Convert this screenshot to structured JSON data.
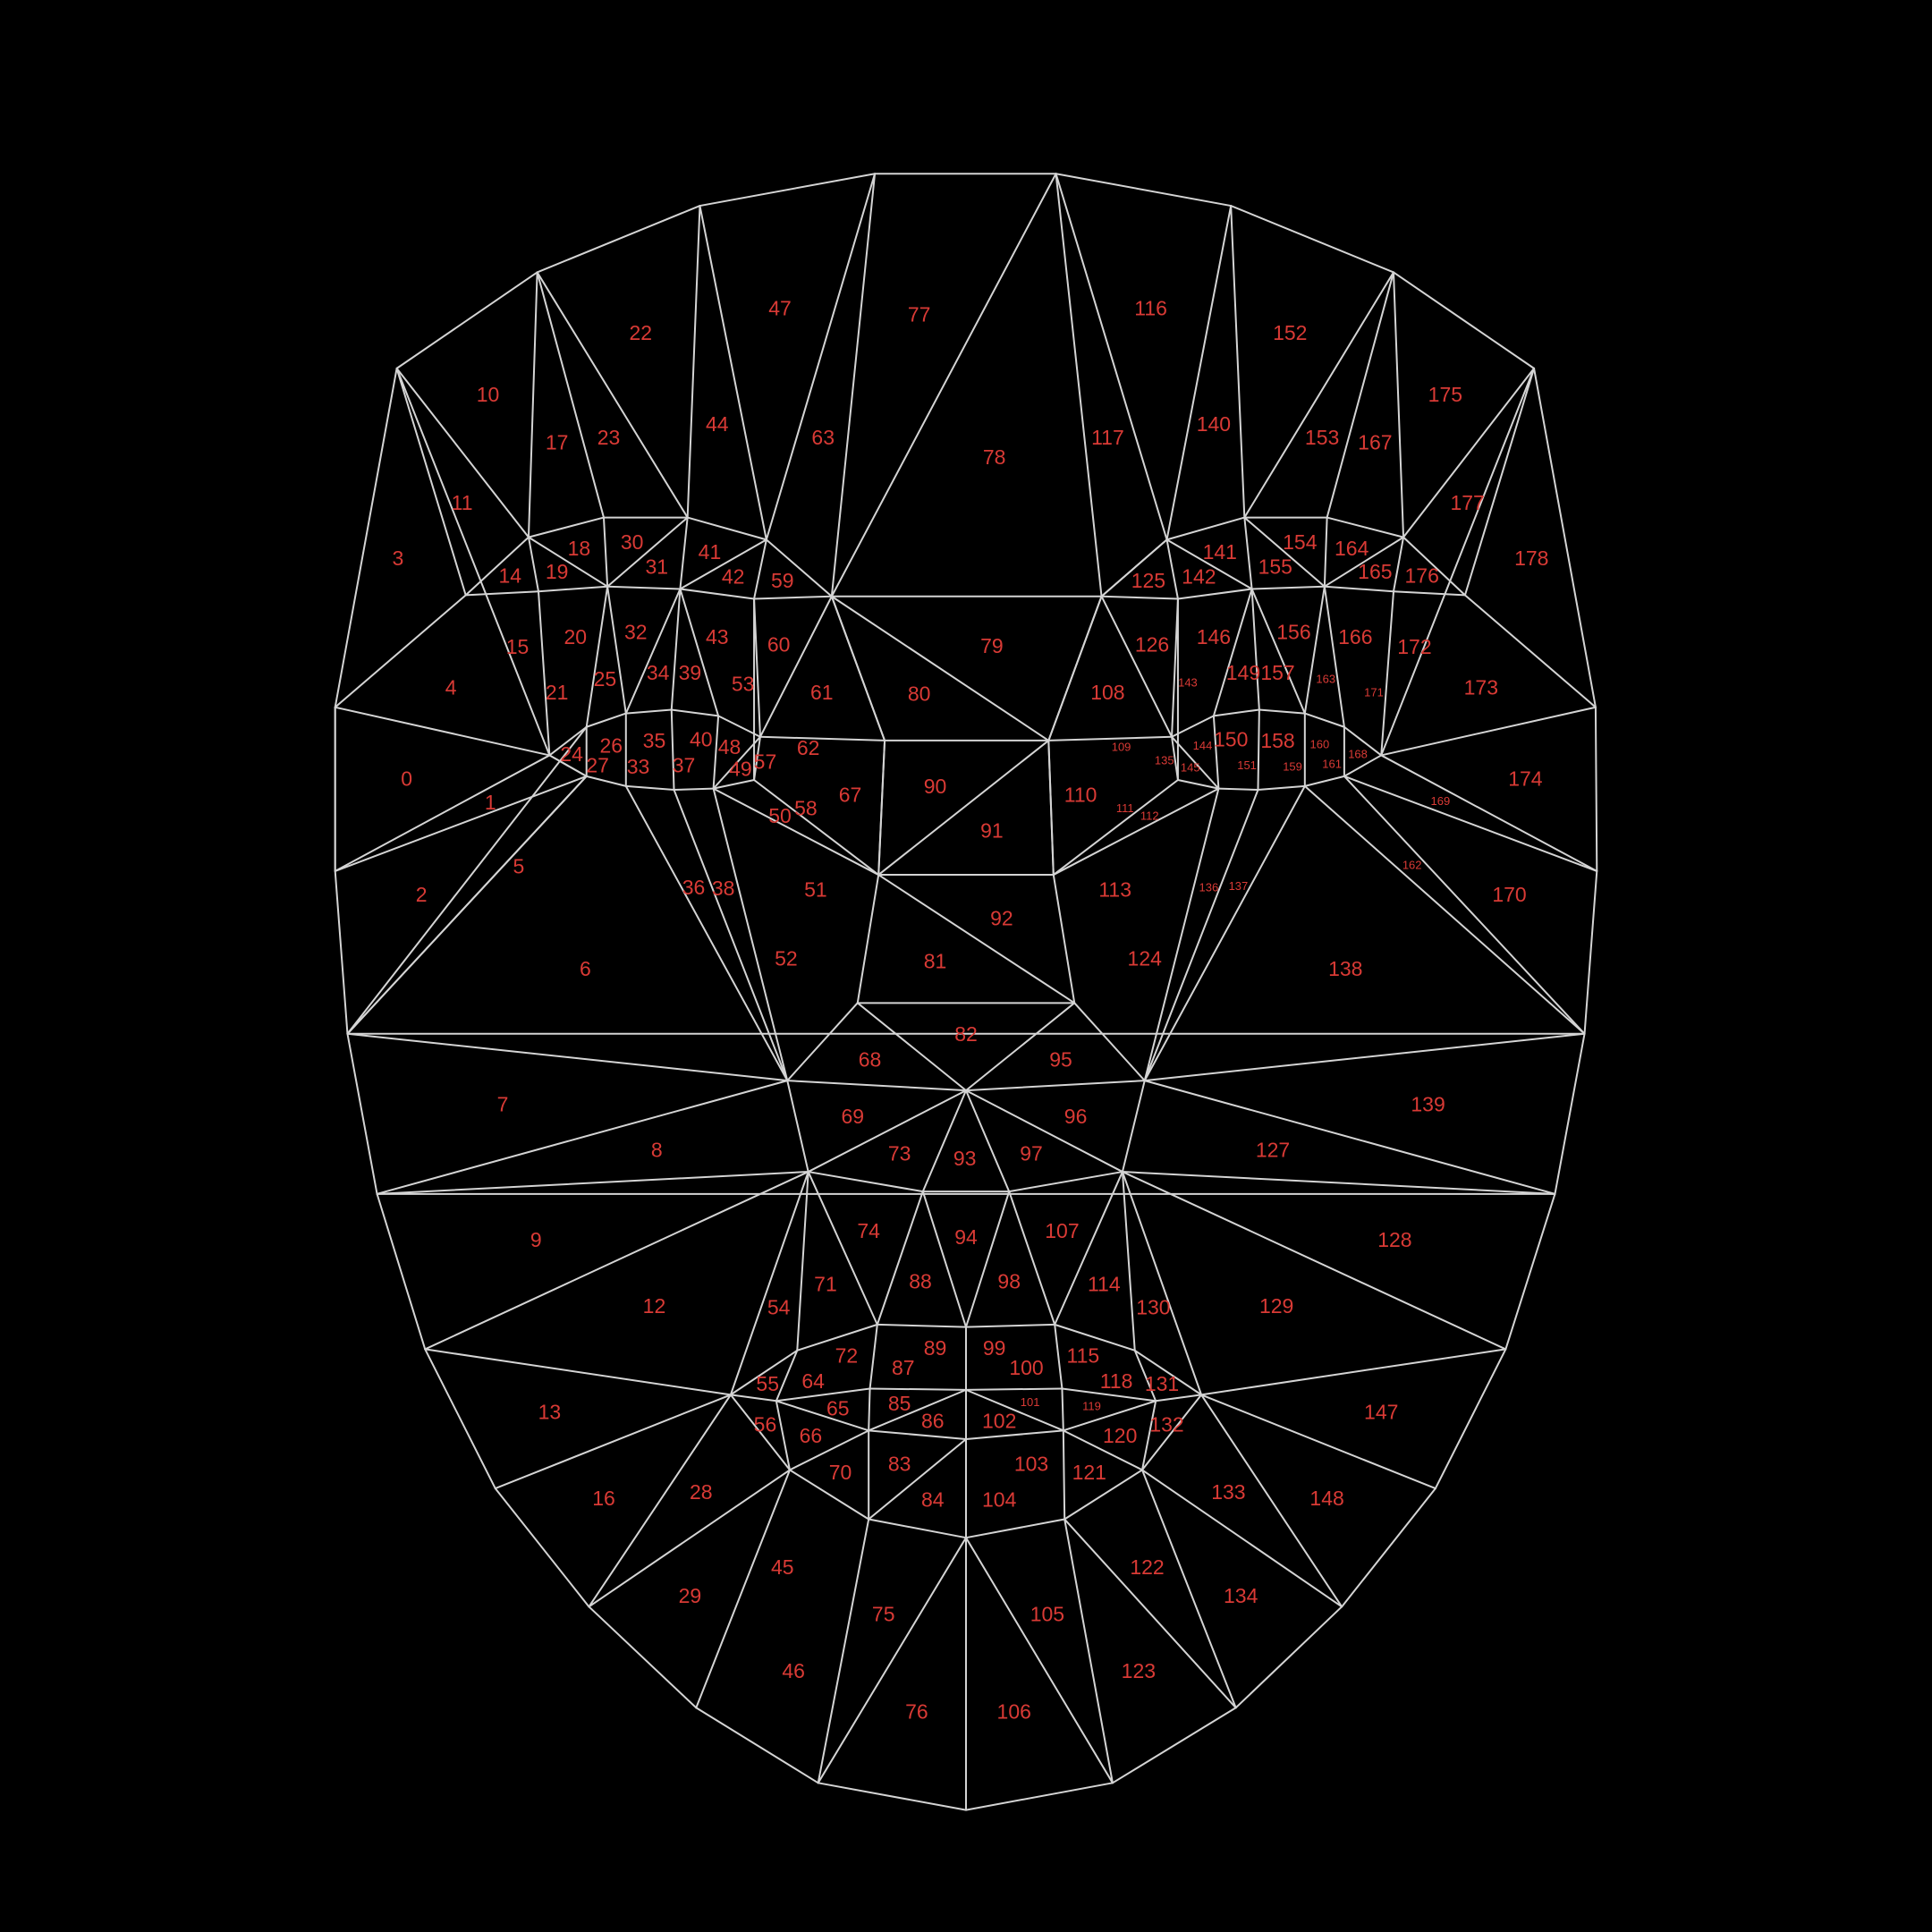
{
  "figure": {
    "name": "face-triangulation-mesh",
    "background_color": "#000000",
    "edge_color": "#d4d4d4",
    "label_color": "#d93a35",
    "triangle_count": 179,
    "labels": [
      "0",
      "1",
      "2",
      "3",
      "4",
      "5",
      "6",
      "7",
      "8",
      "9",
      "10",
      "11",
      "12",
      "13",
      "14",
      "15",
      "16",
      "17",
      "18",
      "19",
      "20",
      "21",
      "22",
      "23",
      "24",
      "25",
      "26",
      "27",
      "28",
      "29",
      "30",
      "31",
      "32",
      "33",
      "34",
      "35",
      "36",
      "37",
      "38",
      "39",
      "40",
      "41",
      "42",
      "43",
      "44",
      "45",
      "46",
      "47",
      "48",
      "49",
      "50",
      "51",
      "52",
      "53",
      "54",
      "55",
      "56",
      "57",
      "58",
      "59",
      "60",
      "61",
      "62",
      "63",
      "64",
      "65",
      "66",
      "67",
      "68",
      "69",
      "70",
      "71",
      "72",
      "73",
      "74",
      "75",
      "76",
      "77",
      "78",
      "79",
      "80",
      "81",
      "82",
      "83",
      "84",
      "85",
      "86",
      "87",
      "88",
      "89",
      "90",
      "91",
      "92",
      "93",
      "94",
      "95",
      "96",
      "97",
      "98",
      "99",
      "100",
      "101",
      "102",
      "103",
      "104",
      "105",
      "106",
      "107",
      "108",
      "109",
      "110",
      "111",
      "112",
      "113",
      "114",
      "115",
      "116",
      "117",
      "118",
      "119",
      "120",
      "121",
      "122",
      "123",
      "124",
      "125",
      "126",
      "127",
      "128",
      "129",
      "130",
      "131",
      "132",
      "133",
      "134",
      "135",
      "136",
      "137",
      "138",
      "139",
      "140",
      "141",
      "142",
      "143",
      "144",
      "145",
      "146",
      "147",
      "148",
      "149",
      "150",
      "151",
      "152",
      "153",
      "154",
      "155",
      "156",
      "157",
      "158",
      "159",
      "160",
      "161",
      "162",
      "163",
      "164",
      "165",
      "166",
      "167",
      "168",
      "169",
      "170",
      "171",
      "172",
      "173",
      "174",
      "175",
      "176",
      "177",
      "178"
    ]
  }
}
